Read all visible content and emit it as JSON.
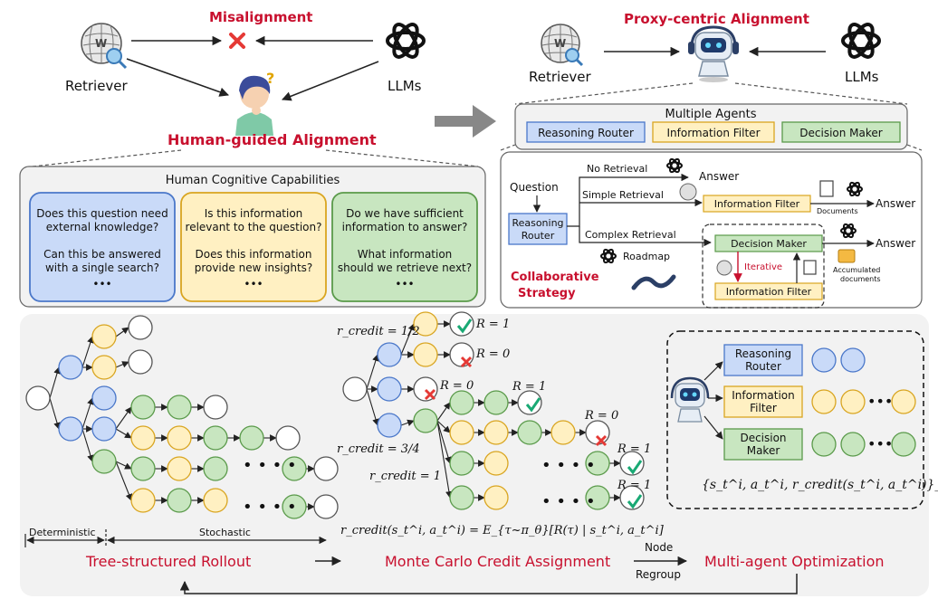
{
  "top_left": {
    "misalignment": "Misalignment",
    "retriever": "Retriever",
    "llms": "LLMs",
    "human_guided": "Human-guided Alignment"
  },
  "human_caps": {
    "title": "Human Cognitive Capabilities",
    "boxes": [
      {
        "q1": [
          "Does this question need",
          "external knowledge?"
        ],
        "q2": [
          "Can this be answered",
          "with a single search?"
        ],
        "more": "•••"
      },
      {
        "q1": [
          "Is this information",
          "relevant to the question?"
        ],
        "q2": [
          "Does this information",
          "provide new insights?"
        ],
        "more": "•••"
      },
      {
        "q1": [
          "Do we have sufficient",
          "information to answer?"
        ],
        "q2": [
          "What information",
          "should we retrieve next?"
        ],
        "more": "•••"
      }
    ]
  },
  "top_right": {
    "proxy_title": "Proxy-centric Alignment",
    "retriever": "Retriever",
    "llms": "LLMs",
    "multiple_agents": "Multiple Agents",
    "agents": [
      "Reasoning Router",
      "Information Filter",
      "Decision Maker"
    ]
  },
  "strategy": {
    "question": "Question",
    "router": [
      "Reasoning",
      "Router"
    ],
    "no_retrieval": "No Retrieval",
    "simple_retrieval": "Simple Retrieval",
    "complex_retrieval": "Complex Retrieval",
    "answer": "Answer",
    "info_filter": "Information Filter",
    "documents": "Documents",
    "decision_maker": "Decision Maker",
    "iterative": "Iterative",
    "accumulated": [
      "Accumulated",
      "documents"
    ],
    "roadmap": "Roadmap",
    "collab": [
      "Collaborative",
      "Strategy"
    ]
  },
  "bottom": {
    "deterministic": "Deterministic",
    "stochastic": "Stochastic",
    "tree_title": "Tree-structured Rollout",
    "mc_title": "Monte Carlo Credit Assignment",
    "ma_title": "Multi-agent Optimization",
    "node": "Node",
    "regroup": "Regroup",
    "credit_half": "r_credit = 1/2",
    "credit_34": "r_credit = 3/4",
    "credit_1": "r_credit = 1",
    "r1": "R = 1",
    "r0": "R = 0",
    "formula": "r_credit(s_t^i, a_t^i) = E_{τ~π_θ}[R(τ) | s_t^i, a_t^i]",
    "set_formula": "{s_t^i, a_t^i, r_credit(s_t^i, a_t^i)}_{i∈N}",
    "opt_agents": [
      [
        "Reasoning",
        "Router"
      ],
      [
        "Information",
        "Filter"
      ],
      [
        "Decision",
        "Maker"
      ]
    ]
  },
  "colors": {
    "red": "#c8102e",
    "blue_fill": "#c9daf8",
    "blue_stroke": "#4a77c9",
    "yellow_fill": "#fff0c2",
    "yellow_stroke": "#d9a520",
    "green_fill": "#c8e6c0",
    "green_stroke": "#5a9a4a",
    "panel_fill": "#f2f2f2"
  }
}
